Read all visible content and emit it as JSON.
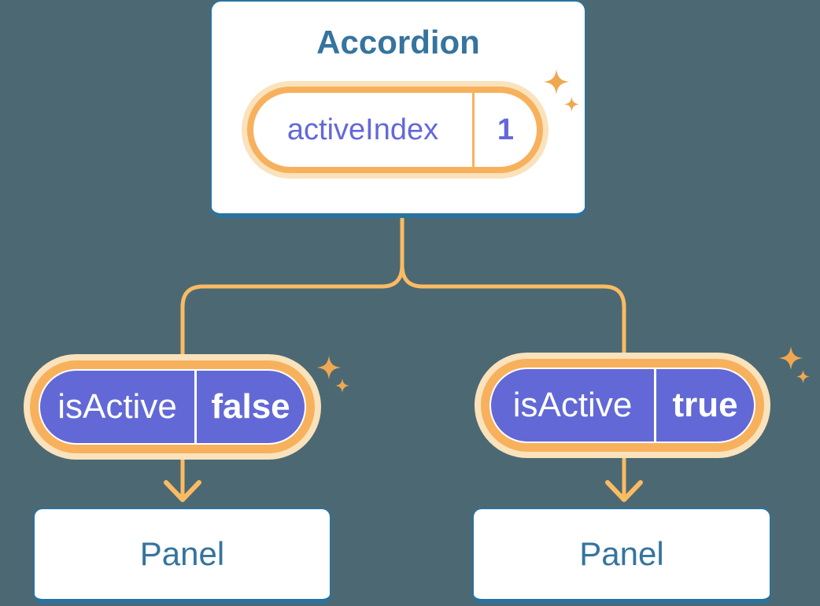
{
  "canvas": {
    "background_color": "#4C6973"
  },
  "root": {
    "title": "Accordion",
    "state": {
      "name": "activeIndex",
      "value": "1"
    }
  },
  "children": [
    {
      "prop_name": "isActive",
      "prop_value": "false",
      "panel_title": "Panel"
    },
    {
      "prop_name": "isActive",
      "prop_value": "true",
      "panel_title": "Panel"
    }
  ],
  "colors": {
    "card_border_blue": "#2B729E",
    "card_text_blue": "#35749E",
    "pill_purple": "#6269D6",
    "pill_purple_text": "#6468DA",
    "pill_ring_orange": "#F7B15D",
    "pill_glow_peach": "#FAE2BC",
    "connector_orange": "#FABB63",
    "sparkle_orange": "#F0A751"
  },
  "icons": {
    "sparkle": "sparkle-icon"
  }
}
